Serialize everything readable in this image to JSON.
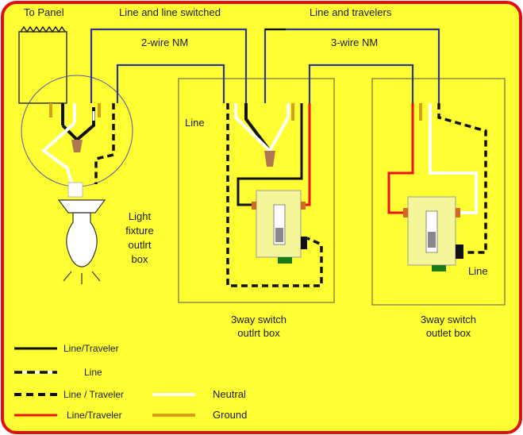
{
  "colors": {
    "background": "#ffff33",
    "frame": "#e01010",
    "line_black": "#111111",
    "neutral_white": "#ffffff",
    "traveler_red": "#ee1111",
    "ground": "#d4a017",
    "box_outline": "#555555",
    "screw": "#d2691e",
    "wirenut": "#b07850",
    "switch_body": "#f5f59a",
    "ground_screw": "#1a7a1a"
  },
  "labels": {
    "to_panel": "To Panel",
    "line_and_switched": "Line and line switched",
    "line_and_travelers": "Line and travelers",
    "two_wire_nm": "2-wire NM",
    "three_wire_nm": "3-wire NM",
    "line_left": "Line",
    "line_right": "Line",
    "light_box": [
      "Light",
      "fixture",
      "outlrt",
      "box"
    ],
    "switch1_box": [
      "3way switch",
      "outlrt box"
    ],
    "switch2_box": [
      "3way switch",
      "outlet box"
    ]
  },
  "legend": [
    {
      "style": "black-solid",
      "label": "Line/Traveler"
    },
    {
      "style": "black-white-dash",
      "label": "Line"
    },
    {
      "style": "black-dash",
      "label": "Line / Traveler"
    },
    {
      "style": "red-solid",
      "label": "Line/Traveler"
    },
    {
      "style": "white-solid",
      "label": "Neutral"
    },
    {
      "style": "ground-solid",
      "label": "Ground"
    }
  ],
  "icons": {
    "panel": "panel-icon",
    "bulb": "light-bulb-icon",
    "switch": "toggle-switch-icon",
    "wirenut": "wire-nut-icon"
  }
}
